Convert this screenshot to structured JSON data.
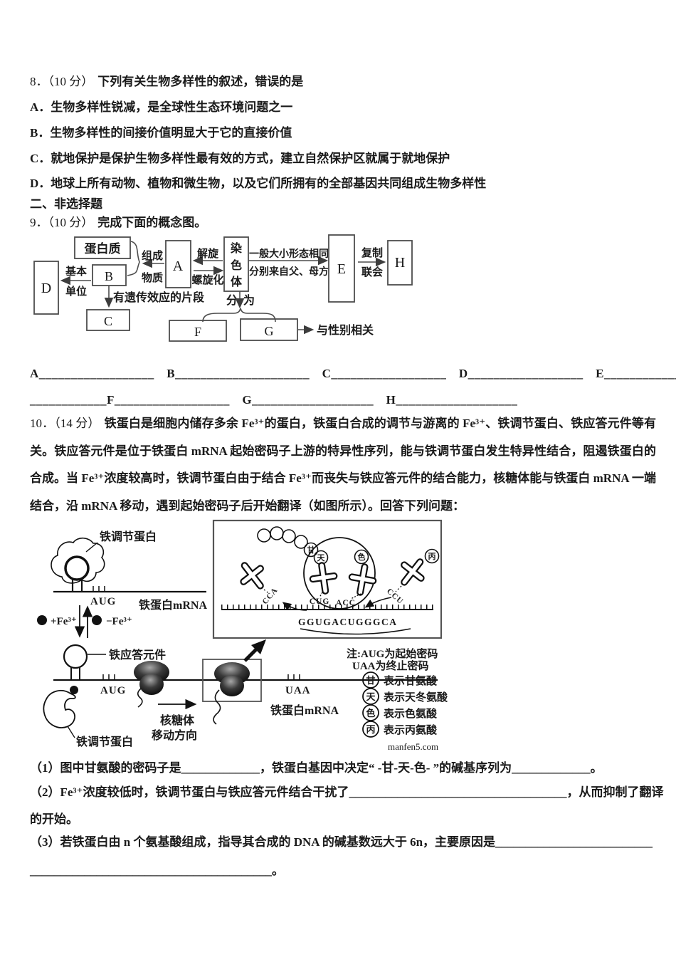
{
  "q8": {
    "num": "8．（10 分）",
    "stem": "下列有关生物多样性的叙述，错误的是",
    "options": [
      "A．生物多样性锐减，是全球性生态环境问题之一",
      "B．生物多样性的间接价值明显大于它的直接价值",
      "C．就地保护是保护生物多样性最有效的方式，建立自然保护区就属于就地保护",
      "D．地球上所有动物、植物和微生物，以及它们所拥有的全部基因共同组成生物多样性"
    ]
  },
  "section2": {
    "title": "二、非选择题"
  },
  "q9": {
    "num": "9．（10 分）",
    "stem": "完成下面的概念图。",
    "map": {
      "protein": "蛋白质",
      "compose_top": "组成",
      "compose_bottom": "物质",
      "a": "A",
      "unwind": "解旋",
      "coil": "螺旋化",
      "chromosome": [
        "染",
        "色",
        "体"
      ],
      "same_line": "一般大小形态相同",
      "parents_line": "分别来自父、母方",
      "e": "E",
      "replicate": "复制",
      "synapsis": "联会",
      "h": "H",
      "basic_top": "基本",
      "basic_bottom": "单位",
      "b": "B",
      "d": "D",
      "segment_label": "有遗传效应的片段",
      "c": "C",
      "split_left": "分",
      "split_right": "为",
      "f": "F",
      "g": "G",
      "sex_related": "与性别相关"
    },
    "blanks_line1": "A__________________　B_____________________　C__________________　D__________________　E____________",
    "blanks_line2": "____________F__________________　G___________________　H___________________"
  },
  "q10": {
    "num": "10．（14 分）",
    "body": "铁蛋白是细胞内储存多余 Fe³⁺的蛋白，铁蛋白合成的调节与游离的 Fe³⁺、铁调节蛋白、铁应答元件等有关。铁应答元件是位于铁蛋白 mRNA 起始密码子上游的特异性序列，能与铁调节蛋白发生特异性结合，阻遏铁蛋白的合成。当 Fe³⁺浓度较高时，铁调节蛋白由于结合 Fe³⁺而丧失与铁应答元件的结合能力，核糖体能与铁蛋白 mRNA 一端结合，沿 mRNA 移动，遇到起始密码子后开始翻译（如图所示）。回答下列问题：",
    "fig": {
      "irp_top": "铁调节蛋白",
      "aug_top": "AUG",
      "mrna_top": "铁蛋白mRNA",
      "plus_fe": "+Fe³⁺",
      "minus_fe": "−Fe³⁺",
      "ire": "铁应答元件",
      "aug_bottom": "AUG",
      "irp_bottom": "铁调节蛋白",
      "ribo_dir_top": "核糖体",
      "ribo_dir_bottom": "移动方向",
      "uaa": "UAA",
      "mrna_bottom": "铁蛋白mRNA",
      "cca": "CCA",
      "cug": "CUG",
      "acc": "ACC",
      "ccu": "CCU",
      "gan": "甘",
      "tian": "天",
      "se": "色",
      "bing": "丙",
      "mrna_seq": "GGUGACUGGGCA",
      "note1": "注:AUG为起始密码",
      "note2": "UAA为终止密码",
      "legend": [
        {
          "sym": "甘",
          "txt": "表示甘氨酸"
        },
        {
          "sym": "天",
          "txt": "表示天冬氨酸"
        },
        {
          "sym": "色",
          "txt": "表示色氨酸"
        },
        {
          "sym": "丙",
          "txt": "表示丙氨酸"
        }
      ],
      "watermark": "manfen5.com"
    },
    "sub1": "（1）图中甘氨酸的密码子是_____________，铁蛋白基因中决定“ -甘-天-色- ”的碱基序列为_____________。",
    "sub2": "（2）Fe³⁺浓度较低时，铁调节蛋白与铁应答元件结合干扰了____________________________________，从而抑制了翻译",
    "sub2_cont": "的开始。",
    "sub3": "（3）若铁蛋白由 n 个氨基酸组成，指导其合成的 DNA 的碱基数远大于 6n，主要原因是__________________________",
    "sub3_cont": "________________________________________。"
  }
}
